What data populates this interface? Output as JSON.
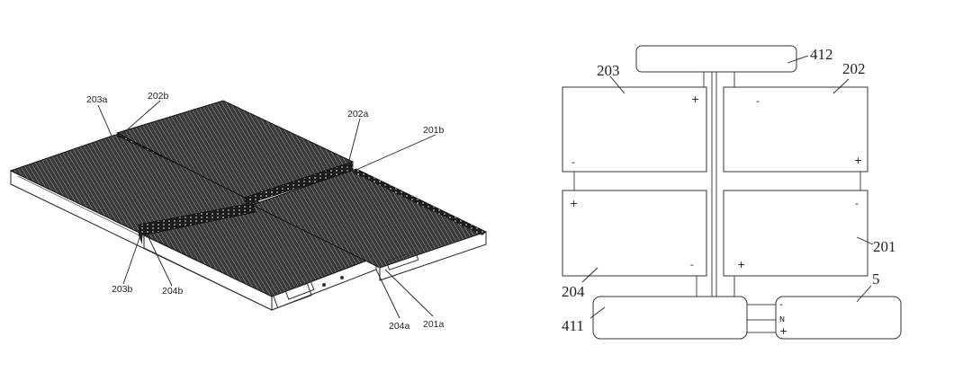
{
  "left_figure": {
    "labels": {
      "l203a": "203a",
      "l202b": "202b",
      "l202a": "202a",
      "l201b": "201b",
      "l203b": "203b",
      "l204b": "204b",
      "l204a": "204a",
      "l201a": "201a"
    }
  },
  "right_figure": {
    "labels": {
      "l412": "412",
      "l203": "203",
      "l202": "202",
      "l201": "201",
      "l204": "204",
      "l411": "411",
      "l5": "5"
    },
    "signs": {
      "plus": "+",
      "minus": "-",
      "n": "N"
    }
  }
}
